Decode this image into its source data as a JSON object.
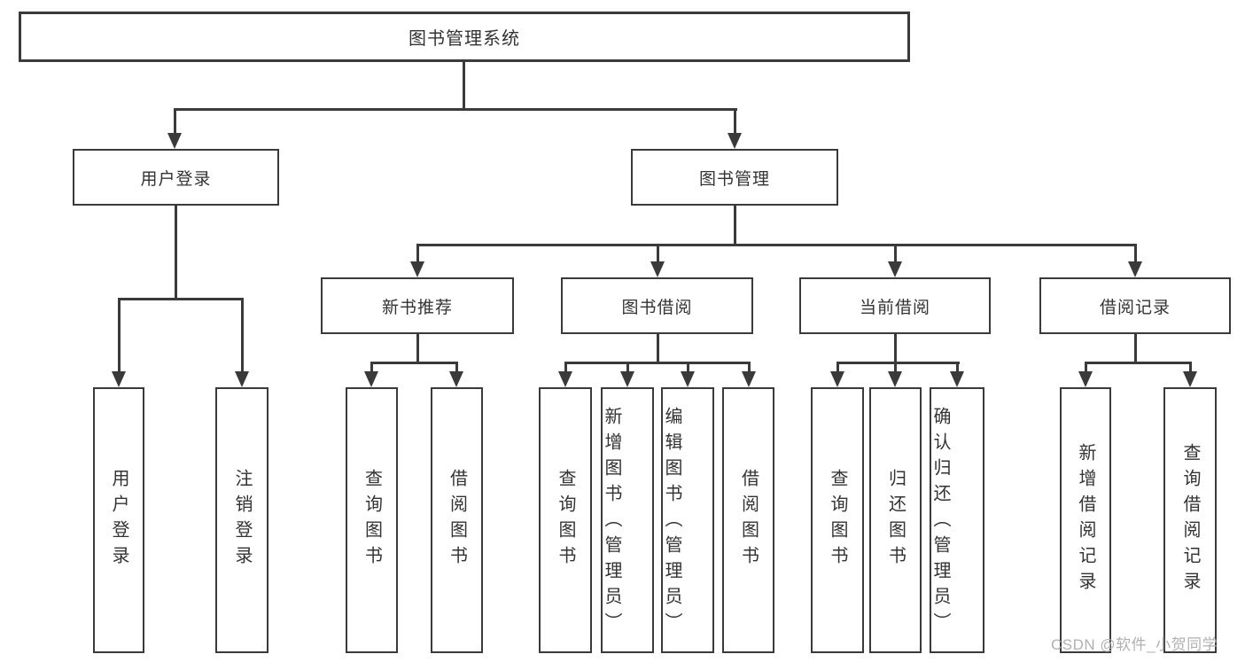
{
  "diagram": {
    "title": "图书管理系统",
    "tree": {
      "label": "图书管理系统",
      "children": [
        {
          "label": "用户登录",
          "children": [
            {
              "label": "用户登录"
            },
            {
              "label": "注销登录"
            }
          ]
        },
        {
          "label": "图书管理",
          "children": [
            {
              "label": "新书推荐",
              "children": [
                {
                  "label": "查询图书"
                },
                {
                  "label": "借阅图书"
                }
              ]
            },
            {
              "label": "图书借阅",
              "children": [
                {
                  "label": "查询图书"
                },
                {
                  "label": "新增图书（管理员）"
                },
                {
                  "label": "编辑图书（管理员）"
                },
                {
                  "label": "借阅图书"
                }
              ]
            },
            {
              "label": "当前借阅",
              "children": [
                {
                  "label": "查询图书"
                },
                {
                  "label": "归还图书"
                },
                {
                  "label": "确认归还（管理员）"
                }
              ]
            },
            {
              "label": "借阅记录",
              "children": [
                {
                  "label": "新增借阅记录"
                },
                {
                  "label": "查询借阅记录"
                }
              ]
            }
          ]
        }
      ]
    },
    "watermark": "CSDN @软件_小贺同学",
    "colors": {
      "line": "#3a3a3a",
      "box_border": "#3a3a3a",
      "box_fill": "#ffffff",
      "text": "#333333",
      "background": "#ffffff",
      "watermark": "#b0b0b0"
    }
  }
}
